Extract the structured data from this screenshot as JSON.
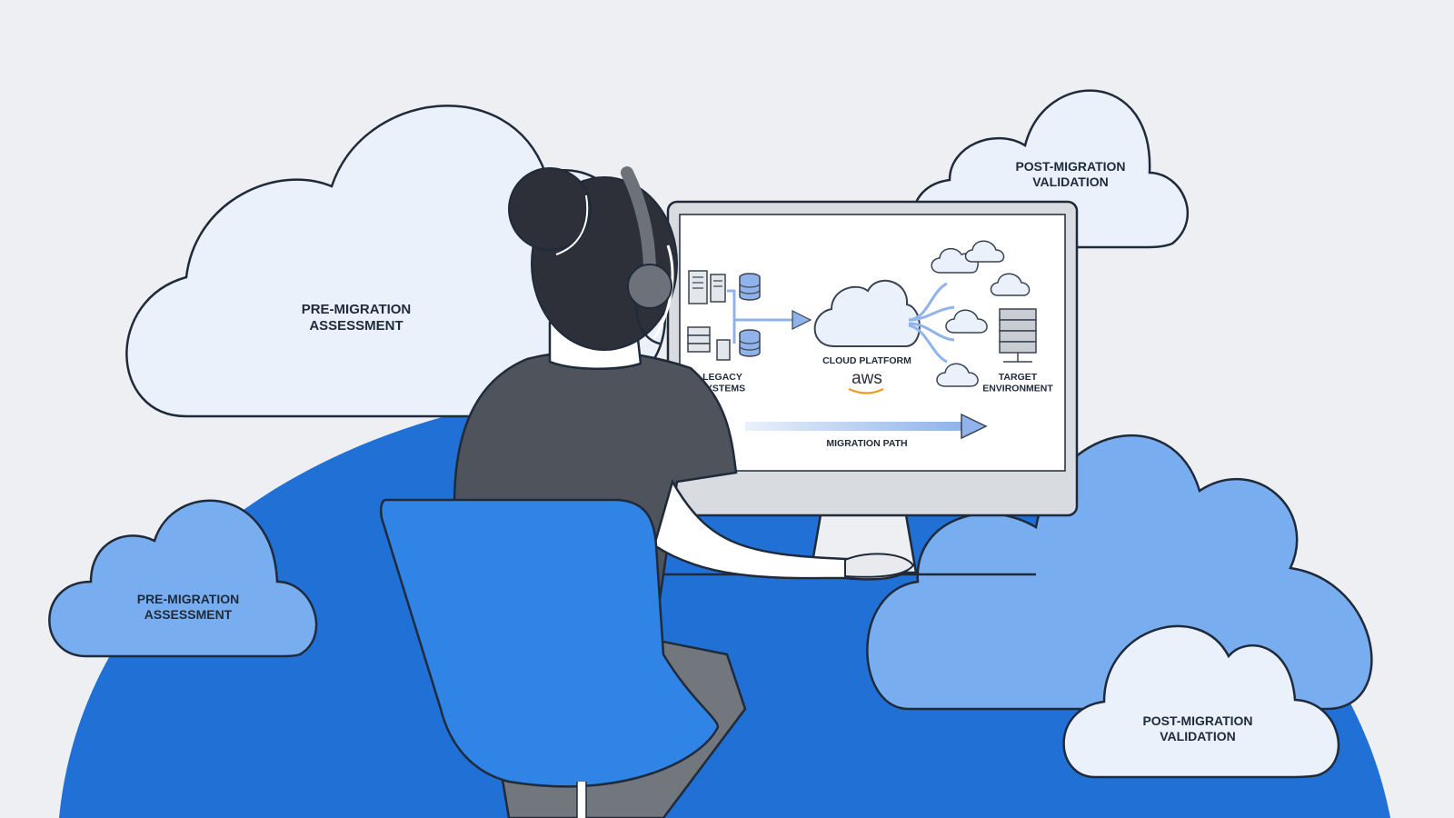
{
  "colors": {
    "background": "#eeeff2",
    "globe": "#2070d6",
    "cloud_pale": "#eaf1fb",
    "cloud_mid": "#78aef0",
    "chair": "#2f84e6",
    "outline": "#1f2a3a",
    "shirt": "#4f545c",
    "hair": "#2d3038",
    "headset": "#6d727a"
  },
  "clouds": {
    "large_top_left": "PRE-MIGRATION\nASSESSMENT",
    "top_right": "POST-MIGRATION\nVALIDATION",
    "small_left": "PRE-MIGRATION\nASSESSMENT",
    "bottom_right": "POST-MIGRATION\nVALIDATION"
  },
  "screen": {
    "legacy_label": "LEGACY\nSYSTEMS",
    "cloud_platform_label": "CLOUD PLATFORM",
    "aws_logo_text": "aws",
    "target_label": "TARGET\nENVIRONMENT",
    "migration_path_label": "MIGRATION PATH"
  },
  "icons": {
    "legacy": [
      "server-tower-icon",
      "server-tower-icon",
      "database-icon",
      "server-rack-icon",
      "document-icon",
      "database-icon"
    ],
    "target": [
      "server-rack-icon"
    ],
    "platform": [
      "cloud-icon",
      "aws-logo-icon"
    ]
  }
}
